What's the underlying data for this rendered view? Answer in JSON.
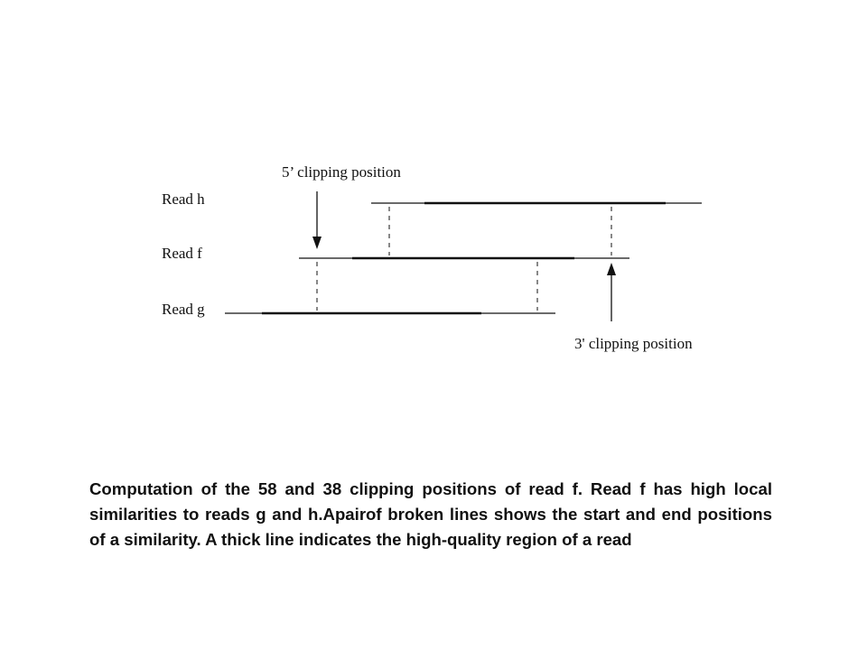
{
  "diagram": {
    "labels": {
      "read_h": "Read h",
      "read_f": "Read f",
      "read_g": "Read g",
      "five_prime_clipping": "5’ clipping position",
      "three_prime_clipping": "3' clipping position"
    }
  },
  "caption": {
    "text": "Computation of the 58 and 38 clipping positions of read f. Read f has high local similarities to reads g and h.Apairof broken lines shows the start and end positions of a similarity. A thick line indicates the high-quality region of a read"
  },
  "colors": {
    "ink": "#111111",
    "background": "#ffffff"
  }
}
